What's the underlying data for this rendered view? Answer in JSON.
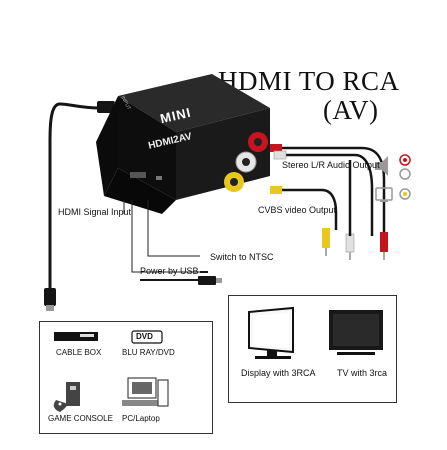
{
  "title_line1": "HDMI TO RCA",
  "title_line2": "(AV)",
  "device": {
    "brand": "MINI",
    "model": "HDMI2AV",
    "side_text": "INPUT"
  },
  "callouts": {
    "stereo_audio": "Stereo L/R Audio Output",
    "cvbs_video": "CVBS video Output",
    "hdmi_input": "HDMI Signal Input",
    "switch_ntsc": "Switch to NTSC",
    "power_usb": "Power by USB"
  },
  "sources_panel": {
    "cable_box_label": "CABLE BOX",
    "dvd_badge": "DVD",
    "bluray_label": "BLU RAY/DVD",
    "game_console_label": "GAME CONSOLE",
    "pc_label": "PC/Laptop"
  },
  "displays_panel": {
    "monitor_label": "Display with 3RCA",
    "tv_label": "TV with 3rca"
  },
  "colors": {
    "device_body": "#141414",
    "rca_red": "#c8141e",
    "rca_white": "#f2f2f2",
    "rca_yellow": "#e8c81e",
    "cable_black": "#151515"
  }
}
